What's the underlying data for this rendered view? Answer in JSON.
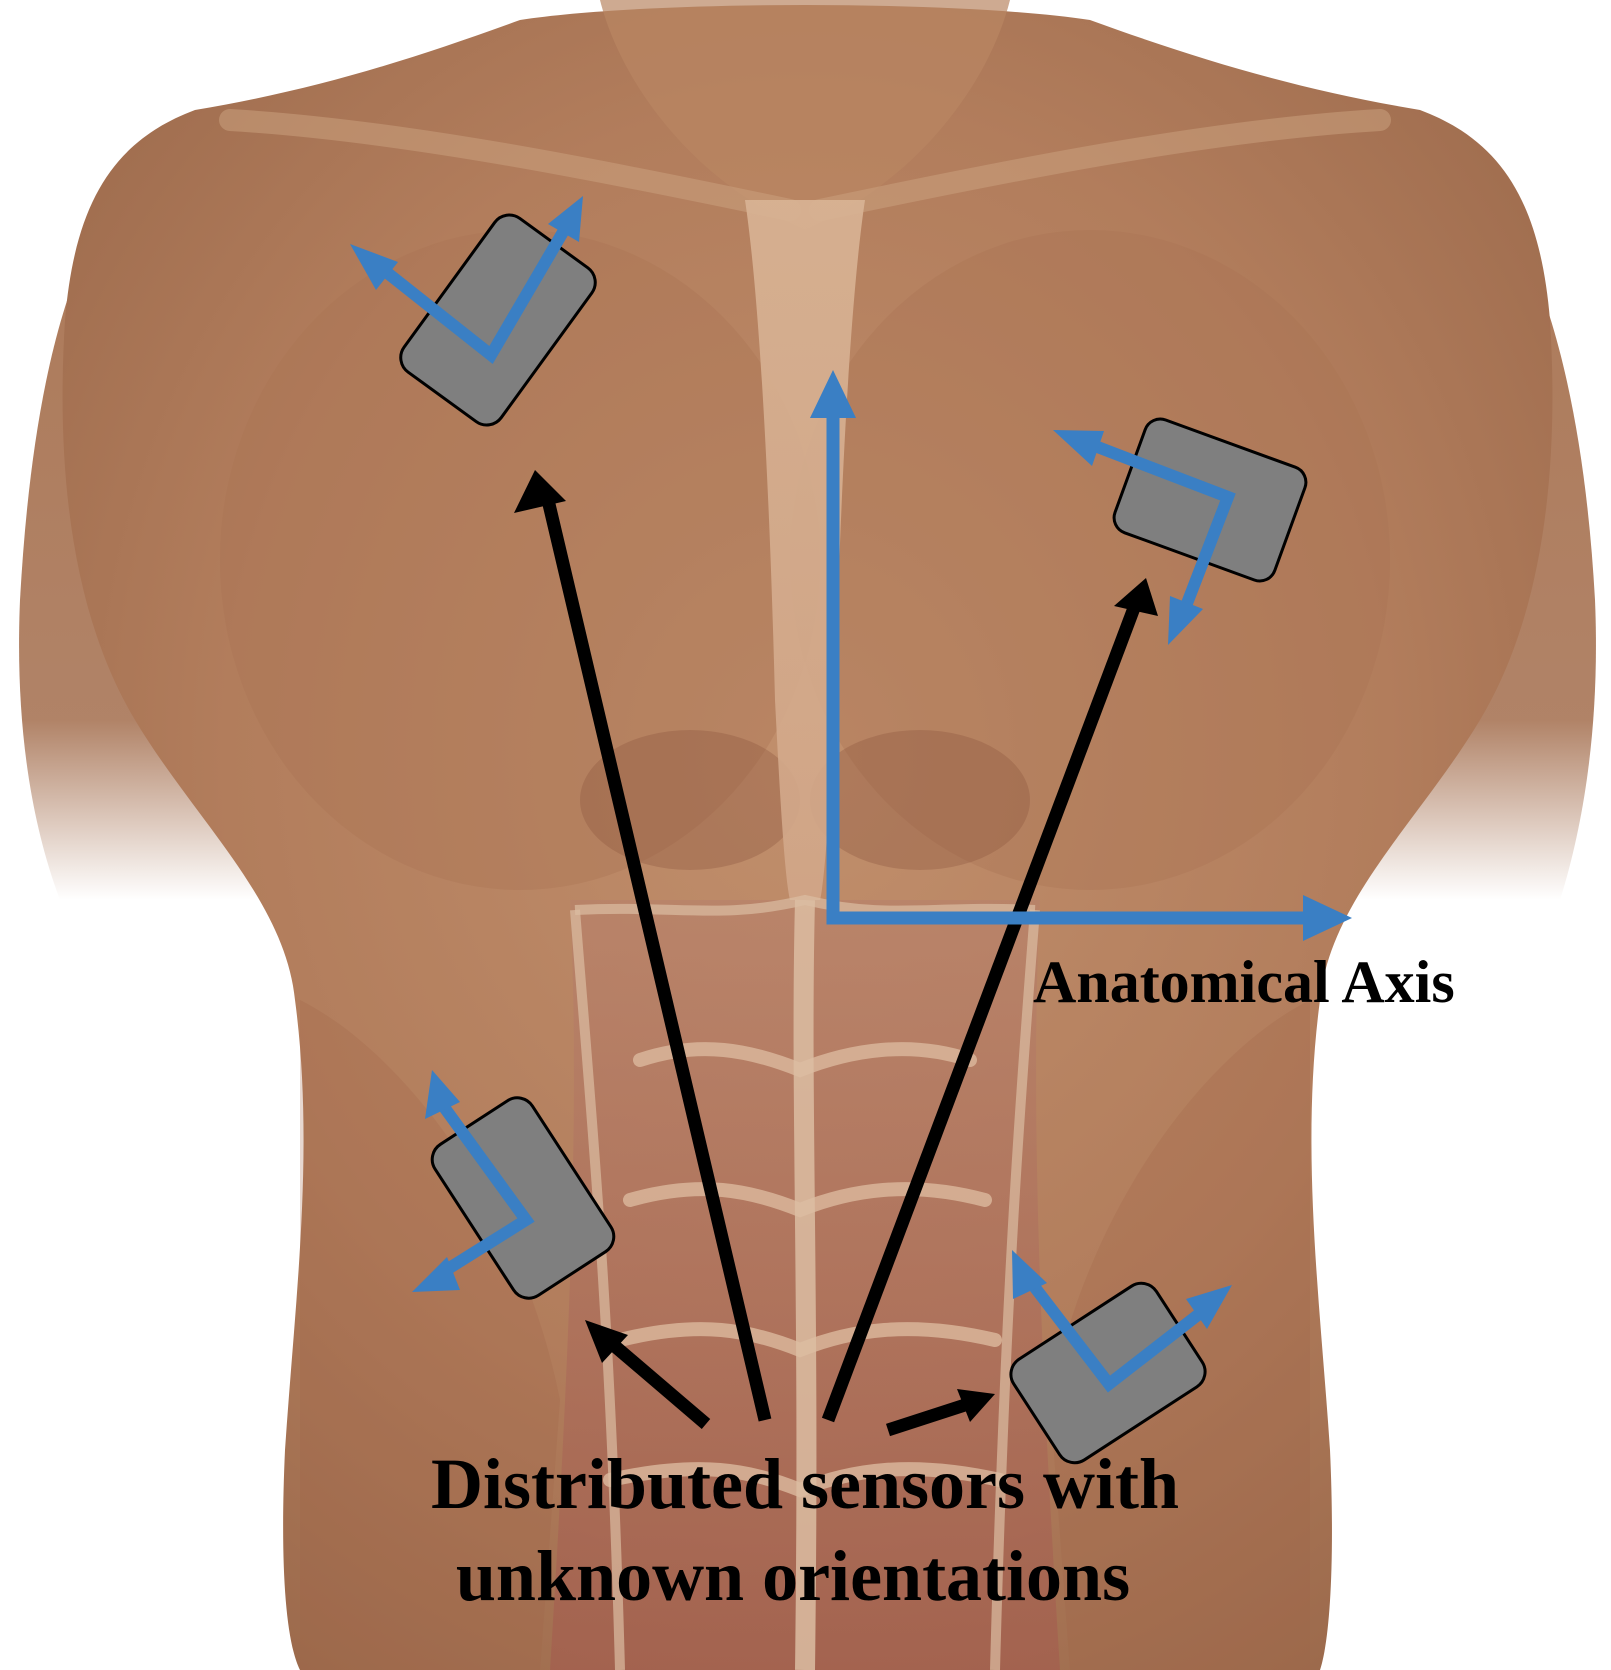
{
  "labels": {
    "anatomical_axis": "Anatomical Axis",
    "sensors_line1": "Distributed sensors with",
    "sensors_line2": "unknown orientations"
  },
  "sensors": [
    {
      "id": "upper-left",
      "rotation_deg": 36
    },
    {
      "id": "upper-right",
      "rotation_deg": 20
    },
    {
      "id": "lower-left",
      "rotation_deg": -33
    },
    {
      "id": "lower-right",
      "rotation_deg": -33
    }
  ],
  "colors": {
    "axis_blue": "#3a7fc4",
    "sensor_gray": "#7f7f7f",
    "sensor_outline": "#000000",
    "arrow_black": "#000000",
    "skin_light": "#c99b77",
    "skin_mid": "#b17a58",
    "skin_dark": "#8e5a40",
    "midline": "#d5ad8e",
    "abdominal": "#b46e5c"
  }
}
